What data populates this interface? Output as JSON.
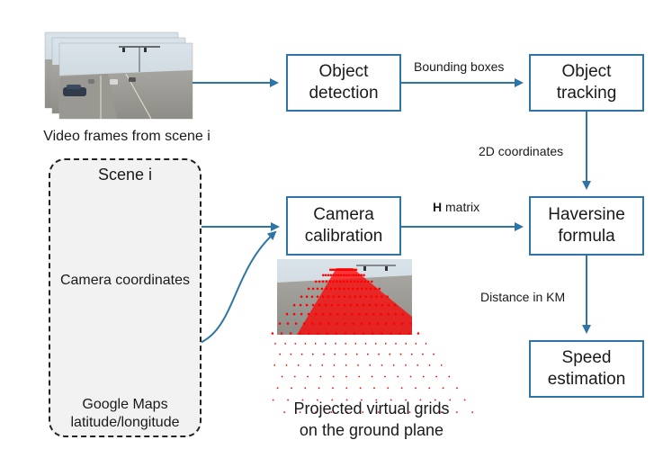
{
  "boxes": {
    "object_detection": "Object\ndetection",
    "object_tracking": "Object\ntracking",
    "camera_calibration": "Camera\ncalibration",
    "haversine_formula": "Haversine\nformula",
    "speed_estimation": "Speed\nestimation"
  },
  "edges": {
    "bounding_boxes": "Bounding boxes",
    "coords_2d": "2D coordinates",
    "h_matrix_bold": "H",
    "h_matrix_rest": " matrix",
    "distance_km": "Distance in KM"
  },
  "captions": {
    "video_frames": "Video frames from scene i",
    "scene_title": "Scene i",
    "camera_coordinates": "Camera coordinates",
    "google_maps": "Google Maps\nlatitude/longitude",
    "projected_grids": "Projected virtual grids\non the ground plane"
  },
  "colors": {
    "accent": "#2e75a6",
    "grid_points": "#ff0000"
  }
}
